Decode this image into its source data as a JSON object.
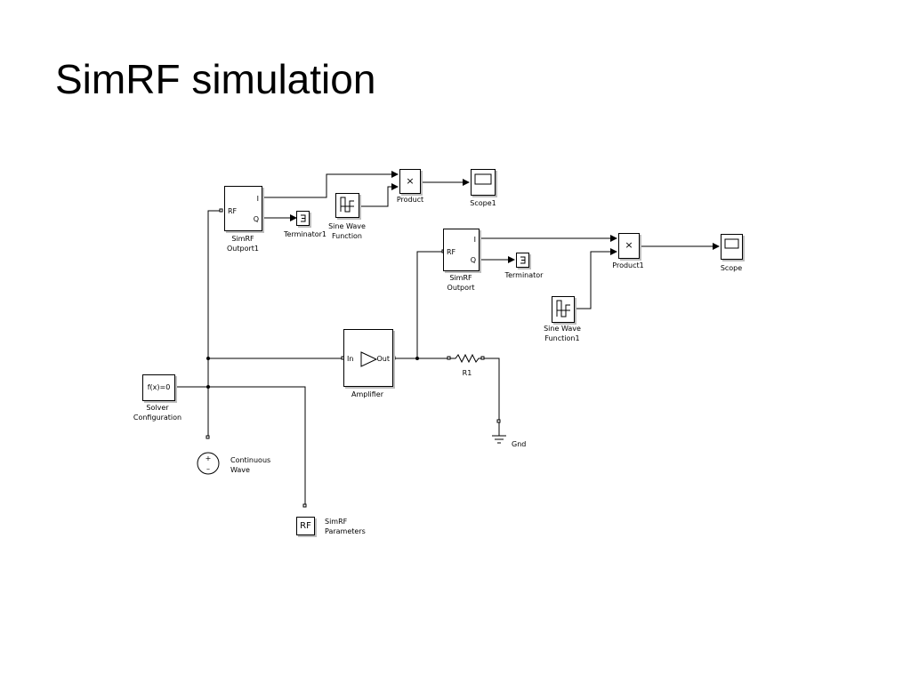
{
  "slide": {
    "title": "SimRF simulation"
  },
  "blocks": {
    "simrf_outport1": {
      "label_line1": "SimRF",
      "label_line2": "Outport1",
      "port_rf": "RF",
      "port_i": "I",
      "port_q": "Q"
    },
    "simrf_outport": {
      "label_line1": "SimRF",
      "label_line2": "Outport",
      "port_rf": "RF",
      "port_i": "I",
      "port_q": "Q"
    },
    "terminator1": {
      "label": "Terminator1"
    },
    "terminator": {
      "label": "Terminator"
    },
    "sine_wave_function": {
      "label_line1": "Sine Wave",
      "label_line2": "Function"
    },
    "sine_wave_function1": {
      "label_line1": "Sine Wave",
      "label_line2": "Function1"
    },
    "product": {
      "label": "Product",
      "symbol": "×"
    },
    "product1": {
      "label": "Product1",
      "symbol": "×"
    },
    "scope1": {
      "label": "Scope1"
    },
    "scope": {
      "label": "Scope"
    },
    "amplifier": {
      "label": "Amplifier",
      "port_in": "In",
      "port_out": "Out"
    },
    "r1": {
      "label": "R1"
    },
    "gnd": {
      "label": "Gnd"
    },
    "solver_configuration": {
      "text": "f(x)=0",
      "label_line1": "Solver",
      "label_line2": "Configuration"
    },
    "continuous_wave": {
      "label_line1": "Continuous",
      "label_line2": "Wave",
      "plus": "+",
      "minus": "–"
    },
    "simrf_parameters": {
      "text": "RF",
      "label_line1": "SimRF",
      "label_line2": "Parameters"
    }
  }
}
